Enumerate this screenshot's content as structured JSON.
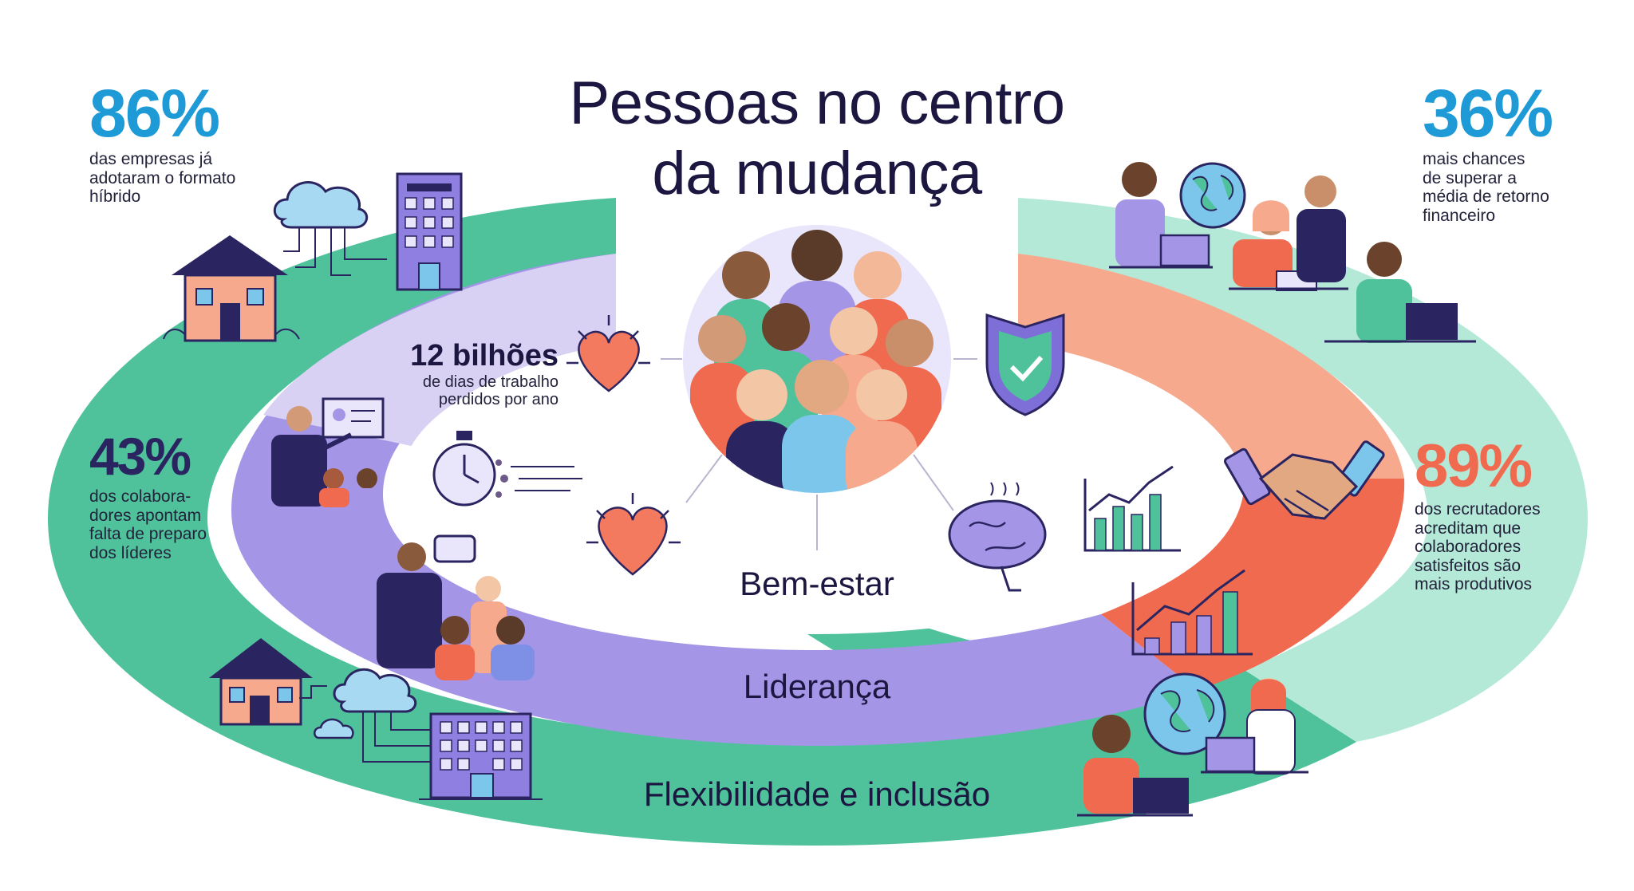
{
  "title": {
    "line1": "Pessoas no centro",
    "line2": "da mudança"
  },
  "rings": {
    "inner": "Bem-estar",
    "middle": "Liderança",
    "outer": "Flexibilidade e inclusão"
  },
  "stats": {
    "s86": {
      "value": "86%",
      "lines": [
        "das empresas já",
        "adotaram o formato",
        "híbrido"
      ]
    },
    "s36": {
      "value": "36%",
      "lines": [
        "mais chances",
        "de superar a",
        "média de retorno",
        "financeiro"
      ]
    },
    "s43": {
      "value": "43%",
      "lines": [
        "dos colabora-",
        "dores apontam",
        "falta de preparo",
        "dos líderes"
      ]
    },
    "s89": {
      "value": "89%",
      "lines": [
        "dos recrutadores",
        "acreditam que",
        "colaboradores",
        "satisfeitos são",
        "mais produtivos"
      ]
    },
    "s12": {
      "value": "12 bilhões",
      "lines": [
        "de dias de trabalho",
        "perdidos por ano"
      ]
    }
  },
  "colors": {
    "blue": "#1e9ad6",
    "navy": "#2a2560",
    "coral": "#f06a50",
    "green": "#4fc29c",
    "mint": "#b4e8d7",
    "lavender": "#a595e6",
    "lavender_light": "#d9d1f4",
    "peach": "#f6a98d"
  },
  "icons": [
    "house-icon",
    "cloud-icon",
    "office-building-icon",
    "presenter-icon",
    "heart-icon",
    "stopwatch-icon",
    "shield-check-icon",
    "brain-icon",
    "growth-chart-icon",
    "handshake-icon",
    "globe-icon",
    "laptop-worker-icon",
    "team-group-icon"
  ]
}
